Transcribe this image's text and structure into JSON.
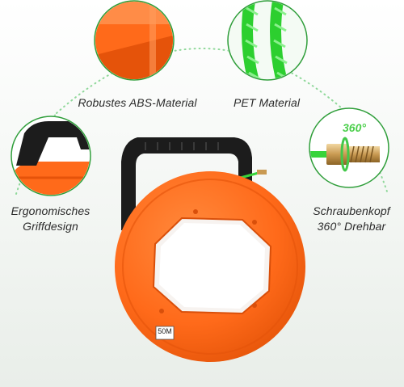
{
  "features": [
    {
      "id": "abs",
      "label": "Robustes ABS-Material"
    },
    {
      "id": "pet",
      "label": "PET Material"
    },
    {
      "id": "grip",
      "label_lines": [
        "Ergonomisches",
        "Griffdesign"
      ]
    },
    {
      "id": "screw",
      "label_lines": [
        "Schraubenkopf",
        "360° Drehbar"
      ],
      "badge": "360°"
    }
  ],
  "product": {
    "length_label": "50M"
  },
  "colors": {
    "reel": "#ff6a1a",
    "reel_dark": "#e5530a",
    "handle": "#1c1c1c",
    "cable": "#37d43a",
    "accent_ring": "#43c84a",
    "dotted_arc": "#8fd89a",
    "brass": "#c99a52"
  },
  "icons": [
    "abs-closeup-icon",
    "pet-cable-closeup-icon",
    "handle-closeup-icon",
    "brass-screw-head-icon"
  ]
}
